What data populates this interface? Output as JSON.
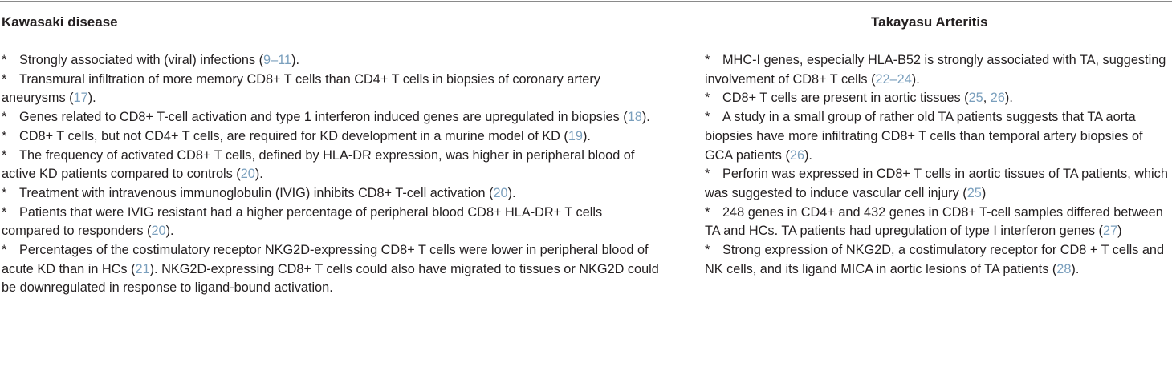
{
  "table": {
    "headers": {
      "left": "Kawasaki disease",
      "right": "Takayasu Arteritis"
    },
    "bullet": "*",
    "left_entries": [
      {
        "parts": [
          {
            "t": "Strongly associated with (viral) infections ("
          },
          {
            "t": "9–11",
            "ref": true
          },
          {
            "t": ")."
          }
        ]
      },
      {
        "parts": [
          {
            "t": "Transmural infiltration of more memory CD8+ T cells than CD4+ T cells in biopsies of coronary artery aneurysms ("
          },
          {
            "t": "17",
            "ref": true
          },
          {
            "t": ")."
          }
        ]
      },
      {
        "parts": [
          {
            "t": "Genes related to CD8+ T-cell activation and type 1 interferon induced genes are upregulated in biopsies ("
          },
          {
            "t": "18",
            "ref": true
          },
          {
            "t": ")."
          }
        ]
      },
      {
        "parts": [
          {
            "t": "CD8+ T cells, but not CD4+ T cells, are required for KD development in a murine model of KD ("
          },
          {
            "t": "19",
            "ref": true
          },
          {
            "t": ")."
          }
        ]
      },
      {
        "parts": [
          {
            "t": "The frequency of activated CD8+ T cells, defined by HLA-DR expression, was higher in peripheral blood of active KD patients compared to controls ("
          },
          {
            "t": "20",
            "ref": true
          },
          {
            "t": ")."
          }
        ]
      },
      {
        "parts": [
          {
            "t": "Treatment with intravenous immunoglobulin (IVIG) inhibits CD8+ T-cell activation ("
          },
          {
            "t": "20",
            "ref": true
          },
          {
            "t": ")."
          }
        ]
      },
      {
        "parts": [
          {
            "t": "Patients that were IVIG resistant had a higher percentage of peripheral blood CD8+ HLA-DR+ T cells compared to responders ("
          },
          {
            "t": "20",
            "ref": true
          },
          {
            "t": ")."
          }
        ]
      },
      {
        "parts": [
          {
            "t": "Percentages of the costimulatory receptor NKG2D-expressing CD8+ T cells were lower in peripheral blood of acute KD than in HCs ("
          },
          {
            "t": "21",
            "ref": true
          },
          {
            "t": "). NKG2D-expressing CD8+ T cells could also have migrated to tissues or NKG2D could be downregulated in response to ligand-bound activation."
          }
        ]
      }
    ],
    "right_entries": [
      {
        "parts": [
          {
            "t": "MHC-I genes, especially HLA-B52 is strongly associated with TA, suggesting involvement of CD8+ T cells ("
          },
          {
            "t": "22–24",
            "ref": true
          },
          {
            "t": ")."
          }
        ]
      },
      {
        "parts": [
          {
            "t": "CD8+ T cells are present in aortic tissues ("
          },
          {
            "t": "25",
            "ref": true
          },
          {
            "t": ", "
          },
          {
            "t": "26",
            "ref": true
          },
          {
            "t": ")."
          }
        ]
      },
      {
        "parts": [
          {
            "t": "A study in a small group of rather old TA patients suggests that TA aorta biopsies have more infiltrating CD8+ T cells than temporal artery biopsies of GCA patients ("
          },
          {
            "t": "26",
            "ref": true
          },
          {
            "t": ")."
          }
        ]
      },
      {
        "parts": [
          {
            "t": "Perforin was expressed in CD8+ T cells in aortic tissues of TA patients, which was suggested to induce vascular cell injury ("
          },
          {
            "t": "25",
            "ref": true
          },
          {
            "t": ")"
          }
        ]
      },
      {
        "parts": [
          {
            "t": "248 genes in CD4+ and 432 genes in CD8+ T-cell samples differed between TA and HCs. TA patients had upregulation of type I interferon genes ("
          },
          {
            "t": "27",
            "ref": true
          },
          {
            "t": ")"
          }
        ]
      },
      {
        "parts": [
          {
            "t": "Strong expression of NKG2D, a costimulatory receptor for CD8 + T cells and NK cells, and its ligand MICA in aortic lesions of TA patients ("
          },
          {
            "t": "28",
            "ref": true
          },
          {
            "t": ")."
          }
        ]
      }
    ]
  }
}
